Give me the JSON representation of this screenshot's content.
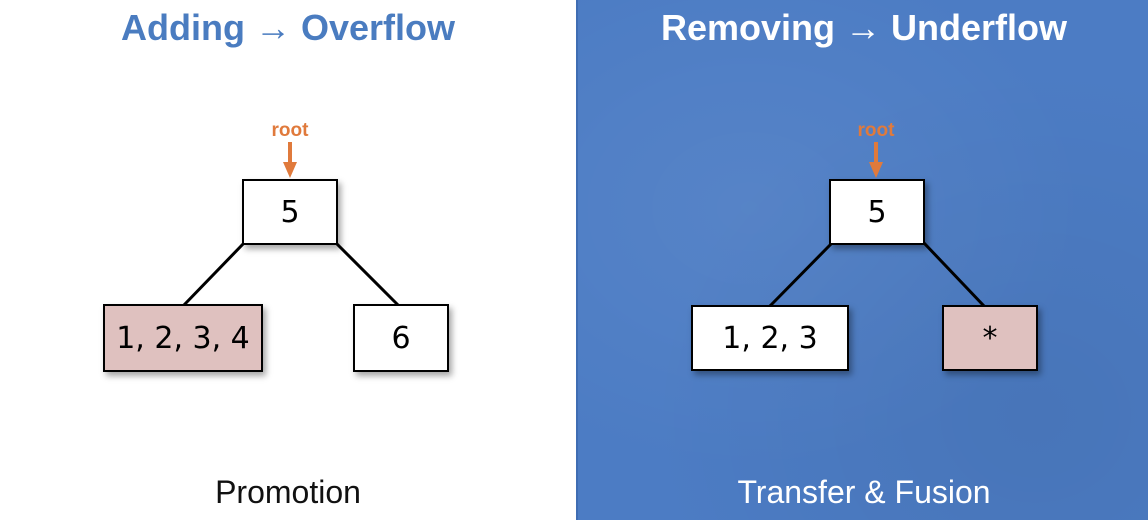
{
  "colors": {
    "left_heading": "#4a7cc0",
    "right_background": "#4c7cc4",
    "root_marker": "#e07a3c",
    "highlight_node": "#dfc1bf"
  },
  "left": {
    "title": "Adding → Overflow",
    "root_label": "root",
    "root_node": "5",
    "left_child": "1, 2, 3, 4",
    "right_child": "6",
    "caption": "Promotion"
  },
  "right": {
    "title": "Removing → Underflow",
    "root_label": "root",
    "root_node": "5",
    "left_child": "1, 2, 3",
    "right_child": "*",
    "caption": "Transfer & Fusion"
  }
}
